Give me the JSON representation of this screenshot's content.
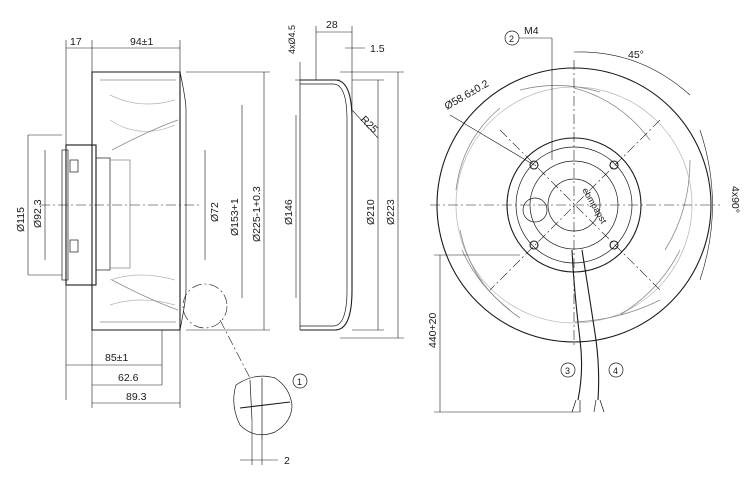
{
  "side_view": {
    "dims_top": [
      "17",
      "94±1"
    ],
    "dims_vertical": [
      "Ø115",
      "Ø92.3",
      "Ø72",
      "Ø153+1",
      "Ø225-1+0.3"
    ],
    "dims_bottom": [
      "85±1",
      "62.6",
      "89.3"
    ]
  },
  "detail": {
    "callout": "1",
    "dim": "2"
  },
  "inlet_ring": {
    "dims_top": [
      "4xØ4.5",
      "28",
      "1.5"
    ],
    "radius": "R25",
    "dims_vertical": [
      "Ø146",
      "Ø210",
      "Ø223"
    ]
  },
  "front_view": {
    "callouts": [
      "2",
      "3",
      "4"
    ],
    "thread": "M4",
    "angle": "45°",
    "bolt_circle": "Ø58.6±0.2",
    "hole_angle": "4x90°",
    "cable_length": "440+20",
    "brand": "ebmpapst"
  },
  "colors": {
    "line": "#1a1a1a",
    "gray": "#8a8a8a",
    "background": "#ffffff"
  }
}
